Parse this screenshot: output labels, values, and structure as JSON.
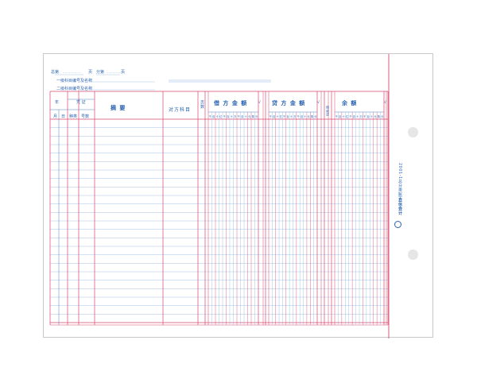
{
  "header": {
    "total_label": "总第",
    "page_label": "页",
    "sub_label": "分第",
    "page_label2": "页",
    "account_code_label": "一级科目编号及名称",
    "sub_account_code_label": "二级科目编号及名称"
  },
  "columns": {
    "year": "年",
    "voucher": "凭 证",
    "month": "月",
    "day": "日",
    "type": "种类",
    "number": "号数",
    "summary": "摘       要",
    "contra": "对方科目",
    "folio": "页数",
    "debit": "借 方 金 额",
    "credit": "贷 方 金 额",
    "direction": "借或贷",
    "balance": "余      额",
    "check": "√"
  },
  "digit_units": [
    "千",
    "百",
    "十",
    "亿",
    "千",
    "百",
    "十",
    "万",
    "千",
    "百",
    "十",
    "元",
    "角",
    "分"
  ],
  "spine": {
    "publisher": "立信会计",
    "product_code": "2001-1总分类账页"
  },
  "colors": {
    "blue": "#2a63b0",
    "light_blue": "#8fb4e0",
    "red": "#d8466b",
    "light_red": "#e79bb0"
  },
  "ledger": {
    "row_count": 24
  }
}
